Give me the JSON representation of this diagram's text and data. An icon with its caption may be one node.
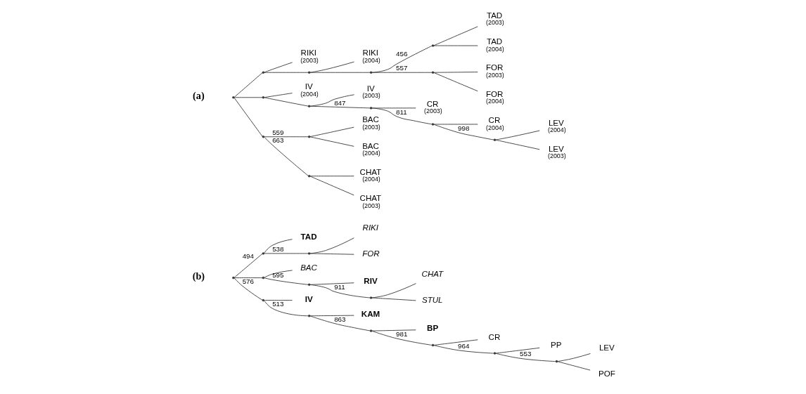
{
  "diagram": {
    "nodes": [
      {
        "text": [
          "TAD",
          "(2003)"
        ]
      },
      {
        "text": [
          "TAD",
          "(2004)"
        ]
      },
      {
        "text": [
          "FOR",
          "(2003)"
        ]
      },
      {
        "text": [
          "FOR",
          "(2004)"
        ]
      },
      {
        "text": [
          "RIKI",
          "(2003)"
        ]
      },
      {
        "text": [
          "RIKI",
          "(2004)"
        ]
      },
      {
        "text": [
          "BAC",
          "(2003)"
        ]
      },
      {
        "text": [
          "BAC",
          "(2004)"
        ]
      },
      {
        "text": [
          "IV",
          "(2004)"
        ]
      },
      {
        "text": [
          "IV",
          "(2003)"
        ]
      },
      {
        "text": [
          "CHAT",
          "(2004)"
        ]
      },
      {
        "text": [
          "CHAT",
          "(2003)"
        ]
      },
      {
        "text": [
          "CR",
          "(2003)"
        ]
      },
      {
        "text": [
          "CR",
          "(2004)"
        ]
      },
      {
        "text": [
          "LEV",
          "(2004)"
        ]
      },
      {
        "text": [
          "LEV",
          "(2003)"
        ]
      },
      {
        "text": [],
        "shape": "point"
      },
      {
        "text": [],
        "shape": "point"
      },
      {
        "text": [],
        "shape": "point"
      },
      {
        "text": [],
        "shape": "point"
      },
      {
        "text": [],
        "shape": "point"
      },
      {
        "text": [],
        "shape": "point"
      },
      {
        "text": [],
        "shape": "point"
      },
      {
        "text": [],
        "shape": "point"
      },
      {
        "text": [],
        "shape": "point"
      },
      {
        "text": [],
        "shape": "point"
      },
      {
        "text": [],
        "shape": "point"
      },
      {
        "text": [],
        "shape": "point"
      },
      {
        "text": [],
        "shape": "point"
      },
      {
        "text": [],
        "shape": "point"
      },
      {
        "text": [
          "CHAT"
        ]
      },
      {
        "text": [
          "STUL"
        ]
      },
      {
        "text": [
          "TAD"
        ]
      },
      {
        "text": [
          "RIKI"
        ]
      },
      {
        "text": [
          "FOR"
        ]
      },
      {
        "text": [
          "RIV"
        ]
      },
      {
        "text": [
          "BAC"
        ]
      },
      {
        "text": [
          "IV"
        ]
      },
      {
        "text": [
          "KAM"
        ]
      },
      {
        "text": [
          "BP"
        ]
      },
      {
        "text": [
          "LEV"
        ]
      },
      {
        "text": [
          "CR"
        ]
      },
      {
        "text": [
          "POF"
        ]
      },
      {
        "text": [
          "PP"
        ]
      },
      {
        "text": [],
        "shape": "point"
      },
      {
        "text": [],
        "shape": "point"
      },
      {
        "text": [],
        "shape": "point"
      },
      {
        "text": [],
        "shape": "point"
      },
      {
        "text": [],
        "shape": "point"
      },
      {
        "text": [],
        "shape": "point"
      },
      {
        "text": [],
        "shape": "point"
      },
      {
        "text": [],
        "shape": "point"
      },
      {
        "text": [],
        "shape": "point"
      },
      {
        "text": [],
        "shape": "point"
      },
      {
        "text": [],
        "shape": "point"
      },
      {
        "text": [],
        "shape": "point"
      }
    ],
    "edges": [
      {
        "from": 21,
        "to": 20,
        "arrow": "none"
      },
      {
        "from": 20,
        "to": 19,
        "arrow": "none"
      },
      {
        "from": 19,
        "to": 18,
        "arrow": "none"
      },
      {
        "from": 18,
        "to": 16,
        "arrow": "none",
        "label": "456"
      },
      {
        "from": 18,
        "to": 17,
        "arrow": "none",
        "label": "557"
      },
      {
        "from": 16,
        "to": 0,
        "arrow": "none"
      },
      {
        "from": 16,
        "to": 1,
        "arrow": "none"
      },
      {
        "from": 17,
        "to": 2,
        "arrow": "none"
      },
      {
        "from": 17,
        "to": 3,
        "arrow": "none"
      },
      {
        "from": 19,
        "to": 5,
        "arrow": "none"
      },
      {
        "from": 20,
        "to": 4,
        "arrow": "none"
      },
      {
        "from": 21,
        "to": 23,
        "arrow": "none"
      },
      {
        "from": 23,
        "to": 24,
        "arrow": "none",
        "label": "559"
      },
      {
        "from": 23,
        "to": 25,
        "arrow": "none",
        "label": "663"
      },
      {
        "from": 24,
        "to": 6,
        "arrow": "none"
      },
      {
        "from": 24,
        "to": 7,
        "arrow": "none"
      },
      {
        "from": 25,
        "to": 10,
        "arrow": "none"
      },
      {
        "from": 25,
        "to": 11,
        "arrow": "none"
      },
      {
        "from": 21,
        "to": 22,
        "arrow": "none"
      },
      {
        "from": 22,
        "to": 8,
        "arrow": "none"
      },
      {
        "from": 22,
        "to": 26,
        "arrow": "none"
      },
      {
        "from": 26,
        "to": 9,
        "arrow": "none"
      },
      {
        "from": 26,
        "to": 27,
        "arrow": "none",
        "label": "847"
      },
      {
        "from": 27,
        "to": 12,
        "arrow": "none"
      },
      {
        "from": 27,
        "to": 28,
        "arrow": "none",
        "label": "811"
      },
      {
        "from": 28,
        "to": 13,
        "arrow": "none"
      },
      {
        "from": 28,
        "to": 29,
        "arrow": "none",
        "label": "998"
      },
      {
        "from": 29,
        "to": 14,
        "arrow": "none"
      },
      {
        "from": 29,
        "to": 15,
        "arrow": "none"
      },
      {
        "from": 48,
        "to": 49,
        "arrow": "none"
      },
      {
        "from": 49,
        "to": 47,
        "arrow": "none",
        "label": "595"
      },
      {
        "from": 47,
        "to": 44,
        "arrow": "none",
        "label": "911"
      },
      {
        "from": 44,
        "to": 30,
        "arrow": "none"
      },
      {
        "from": 44,
        "to": 31,
        "arrow": "none"
      },
      {
        "from": 47,
        "to": 35,
        "arrow": "none"
      },
      {
        "from": 49,
        "to": 36,
        "arrow": "none"
      },
      {
        "from": 48,
        "to": 46,
        "arrow": "none",
        "label": "494"
      },
      {
        "from": 46,
        "to": 32,
        "arrow": "none"
      },
      {
        "from": 46,
        "to": 45,
        "arrow": "none",
        "label": "538"
      },
      {
        "from": 45,
        "to": 33,
        "arrow": "none"
      },
      {
        "from": 45,
        "to": 34,
        "arrow": "none"
      },
      {
        "from": 48,
        "to": 50,
        "arrow": "none",
        "label": "576"
      },
      {
        "from": 50,
        "to": 37,
        "arrow": "none"
      },
      {
        "from": 50,
        "to": 51,
        "arrow": "none",
        "label": "513"
      },
      {
        "from": 51,
        "to": 38,
        "arrow": "none"
      },
      {
        "from": 51,
        "to": 52,
        "arrow": "none",
        "label": "863"
      },
      {
        "from": 52,
        "to": 39,
        "arrow": "none"
      },
      {
        "from": 52,
        "to": 53,
        "arrow": "none",
        "label": "981"
      },
      {
        "from": 53,
        "to": 41,
        "arrow": "none"
      },
      {
        "from": 53,
        "to": 54,
        "arrow": "none",
        "label": "964"
      },
      {
        "from": 54,
        "to": 43,
        "arrow": "none"
      },
      {
        "from": 54,
        "to": 55,
        "arrow": "none",
        "label": "553"
      },
      {
        "from": 55,
        "to": 40,
        "arrow": "none"
      },
      {
        "from": 55,
        "to": 42,
        "arrow": "none"
      }
    ],
    "labels": [
      "(a)",
      "(b)"
    ]
  }
}
